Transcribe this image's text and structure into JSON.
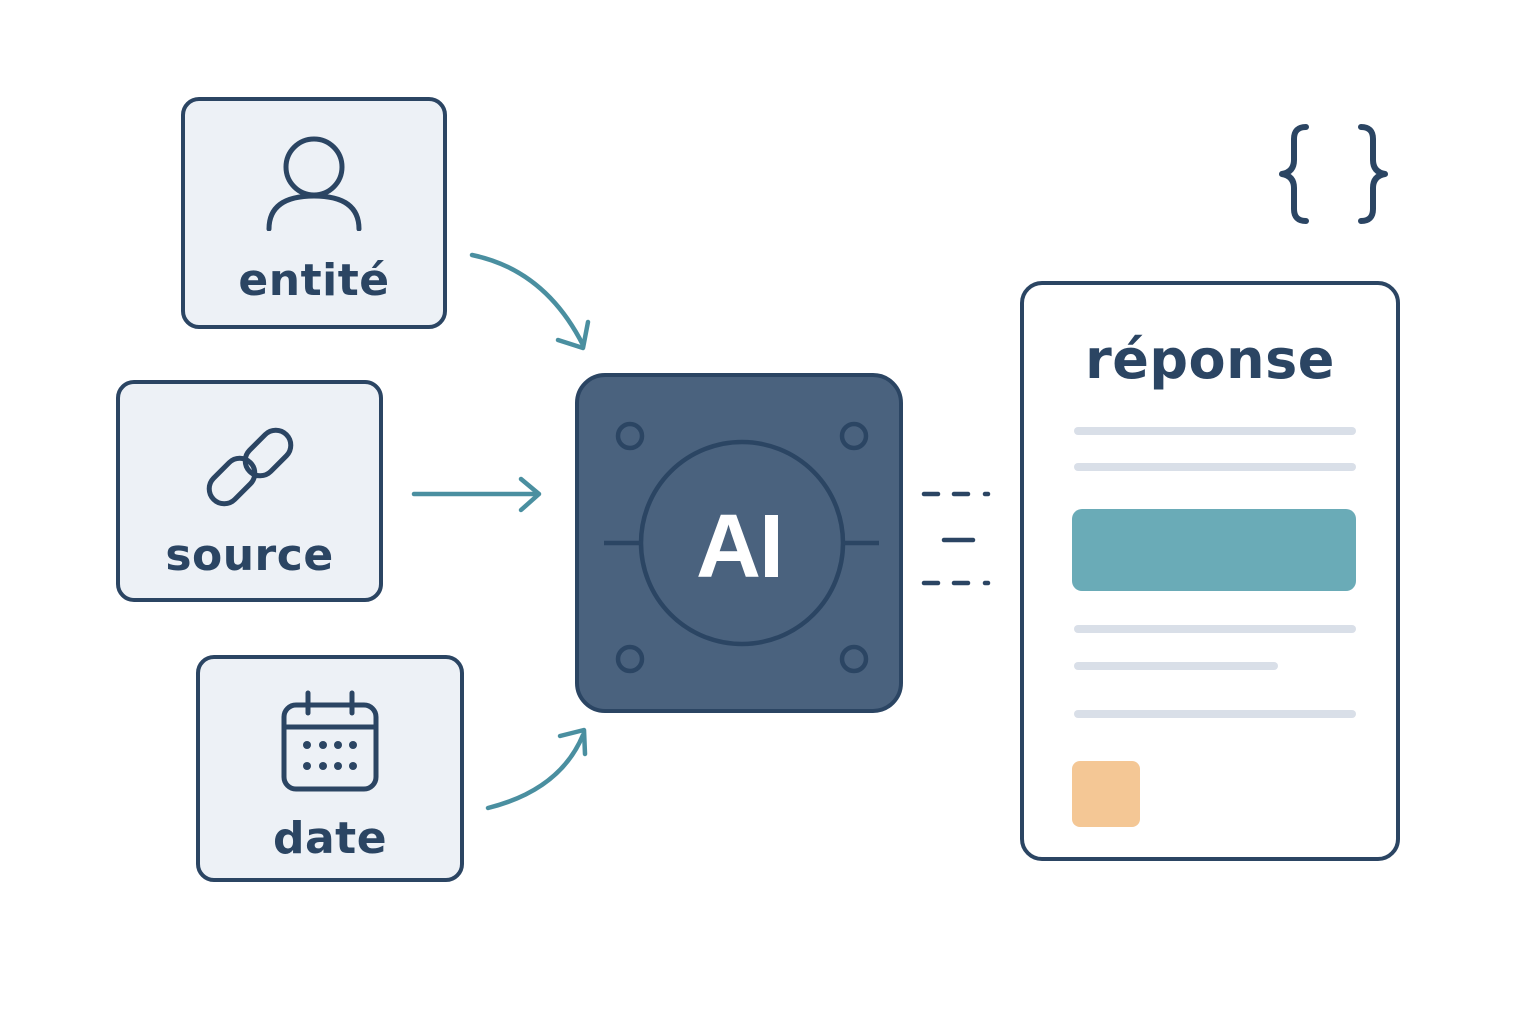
{
  "inputs": {
    "entity_label": "entité",
    "source_label": "source",
    "date_label": "date"
  },
  "model": {
    "label": "AI"
  },
  "output": {
    "title": "réponse"
  },
  "colors": {
    "outline": "#2b4563",
    "card_fill": "#edf1f6",
    "ai_fill": "#4a627e",
    "arrow": "#4a8fa0",
    "highlight": "#6aabb7",
    "accent_square": "#f4c795",
    "placeholder_line": "#d9dfe8"
  },
  "icons": {
    "entity": "user-icon",
    "source": "link-icon",
    "date": "calendar-icon",
    "json": "curly-braces-icon"
  }
}
